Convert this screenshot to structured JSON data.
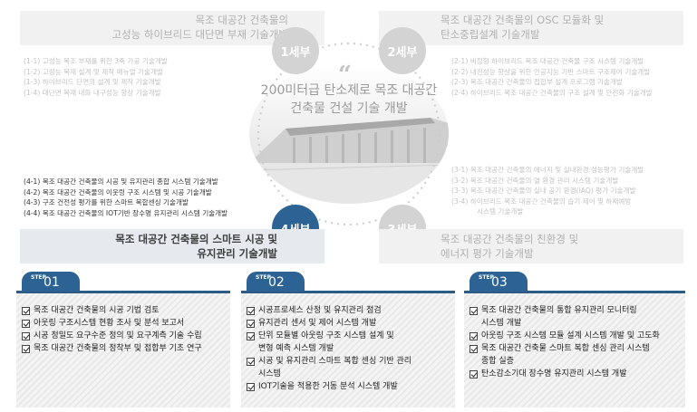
{
  "center": {
    "title_line1": "200미터급 탄소제로 목조 대공간",
    "title_line2": "건축물 건설 기술 개발"
  },
  "units": [
    {
      "label": "1세부",
      "title_line1": "목조 대공간 건축물의",
      "title_line2": "고성능 하이브리드 대단면 부재 기술개발",
      "items": [
        "(1-1) 고성능 목조 부재를 위한 3축 가공 기술개발",
        "(1-2) 고성능 목재 설계 및 제작 매뉴얼 기술개발",
        "(1-3) 하이브리드 단면의 설계 및 제작 기술개발",
        "(1-4) 대단면 목재 내화 내구성능 향상 기술개발"
      ]
    },
    {
      "label": "2세부",
      "title_line1": "목조 대공간 건축물의 OSC 모듈화 및",
      "title_line2": "탄소중립설계 기술개발",
      "items": [
        "(2-1) 비정형 하이브리드 목조 대공간 건축물 구조 시스템 기술개발",
        "(2-2) 내진성능 향상을 위한 인공지능 기반 스마트 구조제어 기술개발",
        "(2-3) 목조 대공간 건축물의 접합부 설계 프로그램 기술개발",
        "(2-4) 하이브리드 목조 대공간 건축물의 구조 설계 및 안전화 기술개발"
      ]
    },
    {
      "label": "3세부",
      "title_line1": "목조 대공간 건축물의 친환경 및",
      "title_line2": "에너지 평가 기술개발",
      "items": [
        "(3-1) 목조 대공간 건축물의 에너지 및 실내환경 성능평가 기술개발",
        "(3-2) 목조 대공간 건축물의 열 환경 관리 시스템 기술개발",
        "(3-3) 목조 대공간 건축물의 실내 공기 환경(IAQ) 평가 기술개발",
        "(3-4) 하이브리드 목조 대공간 건축물의 습기 제어 및 하재예방",
        "시스템 기술개발"
      ]
    },
    {
      "label": "4세부",
      "title_line1": "목조 대공간 건축물의 스마트 시공 및",
      "title_line2": "유지관리 기술개발",
      "items": [
        "(4-1) 목조 대공간 건축물의 시공 및 유지관리 종합 시스템 기술개발",
        "(4-2) 목조 대공간 건축물의 이웃링 구조 시스템 및 시공 기술개발",
        "(4-3) 구조 건전성 평가를 위한 스마트 복합센싱 기술개발",
        "(4-4) 목조 대공간 건축물의 IOT기반 장수명 유지관리 시스템 기술개발"
      ]
    }
  ],
  "steps": [
    {
      "tab_label": "STEP",
      "number": "01",
      "items": [
        "목조 대공간 건축물의 시공 기법 검토",
        "아웃링 구조시스템 현황 조사 및 분석 보고서",
        "시공 정밀도 요구수준 정의 및 요구계측 기술 수립",
        "목조 대공간 건축물의 정착부 및 접합부 기초 연구"
      ]
    },
    {
      "tab_label": "STEP",
      "number": "02",
      "items": [
        "시공프로세스 산정 및 유지관리 점검",
        "유지관리 센서 및 제어 시스템 개발",
        "단위 모듈별 아웃링 구조 시스템 설계 및|변형 예측 시스템 개발",
        "시공 및 유지관리 스마트 복합 센싱 기반 관리|시스템",
        "IOT기술을 적용한 거동 분석 시스템 개발"
      ]
    },
    {
      "tab_label": "STEP",
      "number": "03",
      "items": [
        "목조 대공간 건축물의 통합 유지관리 모니터링|시스템 개발",
        "아웃링 구조 시스템 모듈 설계 시스템 개발 및 고도화",
        "목조 대공간 건축물 스마트 복합 센싱 관리 시스템|종합 실증",
        "탄소감소기대 장수명 유지관리 시스템 개발"
      ]
    }
  ]
}
